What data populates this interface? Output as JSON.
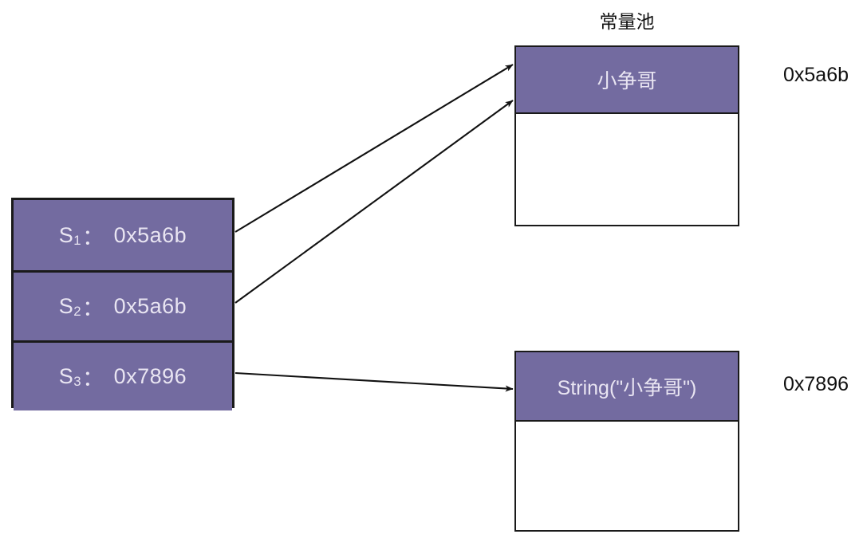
{
  "diagram": {
    "title_visible": false,
    "background": "#ffffff",
    "accent_fill": "#736ba0",
    "accent_text": "#e9e5f2",
    "stroke": "#1a1a1a"
  },
  "stack": {
    "rows": [
      {
        "name": "S",
        "index": "1",
        "separator": "：",
        "value": "0x5a6b"
      },
      {
        "name": "S",
        "index": "2",
        "separator": "：",
        "value": "0x5a6b"
      },
      {
        "name": "S",
        "index": "3",
        "separator": "：",
        "value": "0x7896"
      }
    ]
  },
  "constant_pool": {
    "title": "常量池",
    "entry": "小争哥",
    "address": "0x5a6b"
  },
  "heap": {
    "entry": "String(\"小争哥\")",
    "address": "0x7896"
  },
  "arrows": [
    {
      "from": "stack-row-s1",
      "to": "constant-pool-entry"
    },
    {
      "from": "stack-row-s2",
      "to": "constant-pool-entry"
    },
    {
      "from": "stack-row-s3",
      "to": "heap-entry"
    }
  ]
}
